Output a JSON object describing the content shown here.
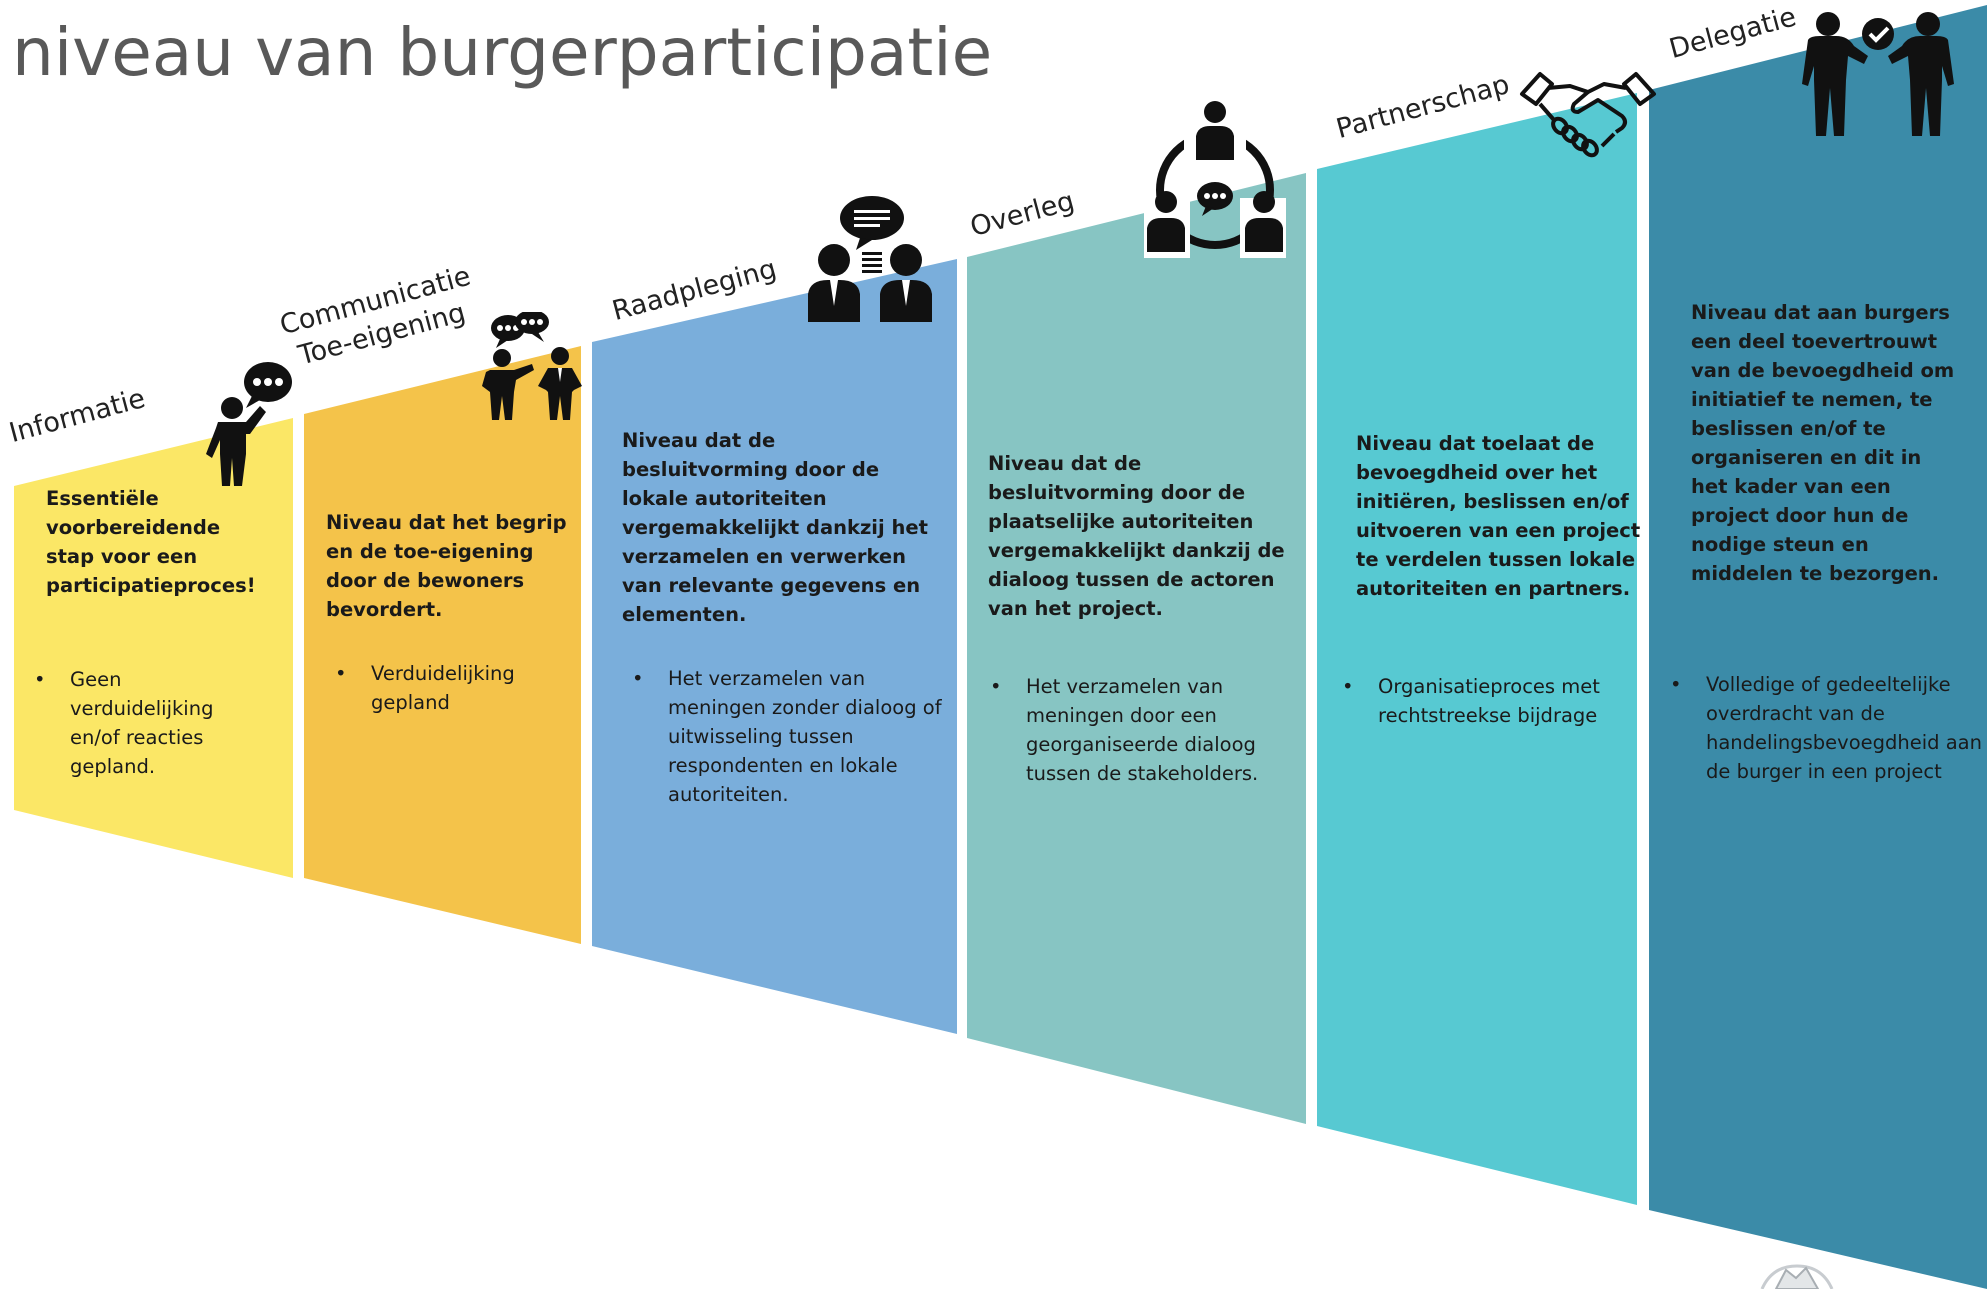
{
  "page": {
    "title": "niveau van burgerparticipatie"
  },
  "levels": [
    {
      "name": "Informatie",
      "color": "#fbe766",
      "icon": "speaking-person-icon",
      "description": "Essentiële voorbereidende stap voor een participatieproces!",
      "bullet": "Geen verduidelijking en/of reacties gepland."
    },
    {
      "name": "Communicatie Toe-eigening",
      "color": "#f4c34a",
      "icon": "two-people-talking-icon",
      "description": "Niveau dat het begrip en de toe-eigening door de bewoners bevordert.",
      "bullet": "Verduidelijking gepland"
    },
    {
      "name": "Raadpleging",
      "color": "#7aaedb",
      "icon": "consultation-icon",
      "description": "Niveau dat de besluitvorming door de lokale autoriteiten vergemakkelijkt dankzij het verzamelen en verwerken van relevante gegevens en elementen.",
      "bullet": "Het verzamelen van meningen zonder dialoog of uitwisseling tussen respondenten en lokale autoriteiten."
    },
    {
      "name": "Overleg",
      "color": "#87c5c3",
      "icon": "group-dialogue-icon",
      "description": "Niveau dat de besluitvorming door de plaatselijke autoriteiten vergemakkelijkt dankzij de dialoog tussen de actoren van het project.",
      "bullet": "Het verzamelen van meningen door een georganiseerde dialoog tussen de stakeholders."
    },
    {
      "name": "Partnerschap",
      "color": "#57c9d2",
      "icon": "handshake-icon",
      "description": "Niveau dat toelaat de bevoegdheid over het initiëren, beslissen en/of uitvoeren van een project te verdelen tussen lokale autoriteiten en partners.",
      "bullet": "Organisatieproces met rechtstreekse bijdrage"
    },
    {
      "name": "Delegatie",
      "color": "#3b8ba8",
      "icon": "delegation-icon",
      "description": "Niveau dat aan burgers een deel toevertrouwt van de bevoegdheid om initiatief te nemen, te beslissen en/of te organiseren en dit in het kader van een project door hun de nodige steun en middelen te bezorgen.",
      "bullet": "Volledige of gedeeltelijke overdracht van de handelingsbevoegdheid aan de burger in een project"
    }
  ]
}
